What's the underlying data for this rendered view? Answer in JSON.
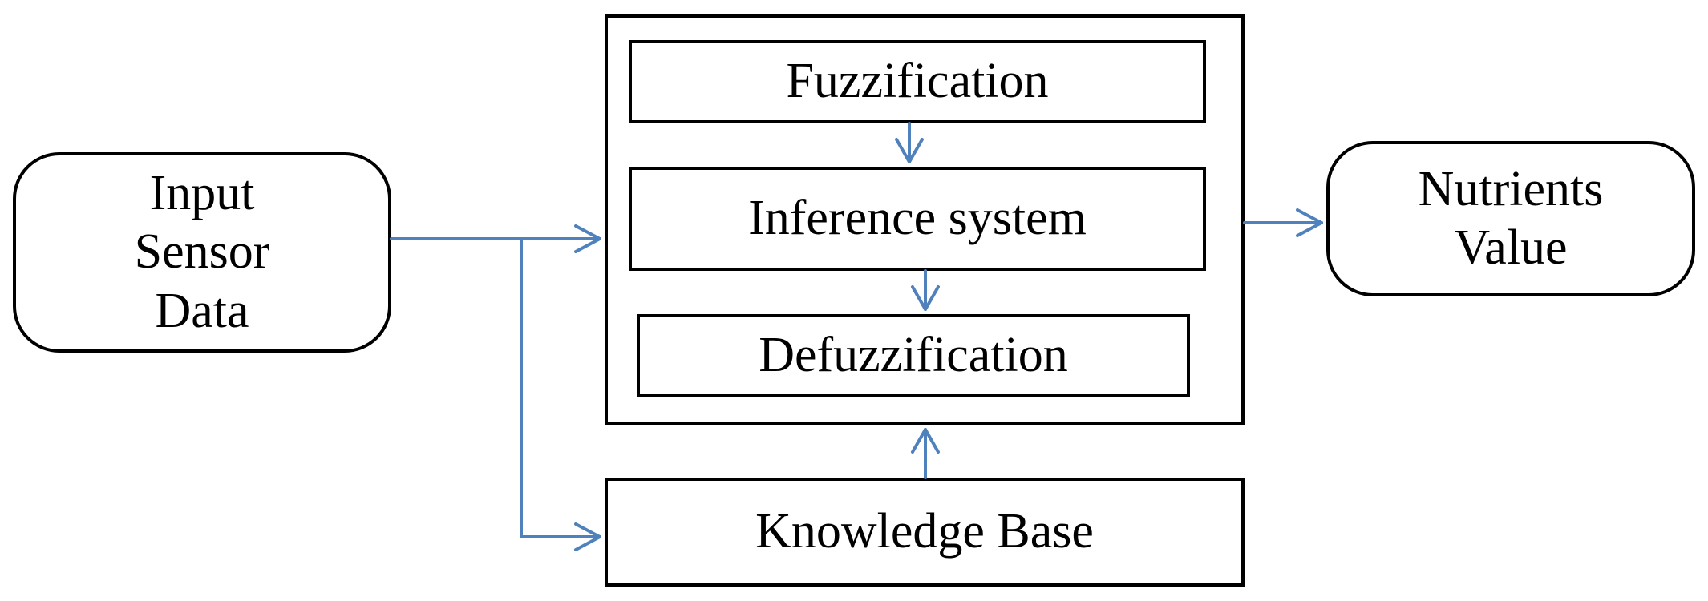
{
  "colors": {
    "connector": "#4f81bd",
    "box_border": "#000000",
    "text": "#000000",
    "background": "#ffffff"
  },
  "nodes": {
    "input": {
      "lines": [
        "Input",
        "Sensor",
        "Data"
      ]
    },
    "fuzzification": {
      "label": "Fuzzification"
    },
    "inference": {
      "label": "Inference system"
    },
    "defuzzification": {
      "label": "Defuzzification"
    },
    "knowledge_base": {
      "label": "Knowledge Base"
    },
    "output": {
      "lines": [
        "Nutrients",
        "Value"
      ]
    }
  },
  "edges": [
    {
      "from": "input",
      "to": "fuzzy-engine"
    },
    {
      "from": "input",
      "to": "knowledge_base"
    },
    {
      "from": "fuzzification",
      "to": "inference"
    },
    {
      "from": "inference",
      "to": "defuzzification"
    },
    {
      "from": "knowledge_base",
      "to": "fuzzy-engine"
    },
    {
      "from": "fuzzy-engine",
      "to": "output"
    }
  ]
}
